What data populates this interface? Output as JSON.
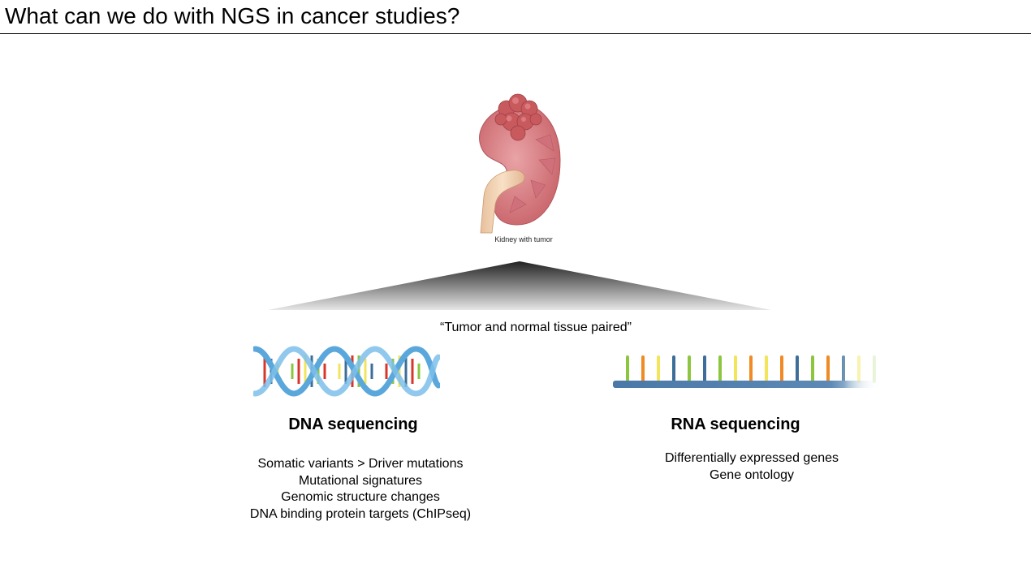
{
  "slide": {
    "title": "What can we do with NGS in cancer studies?"
  },
  "kidney": {
    "caption": "Kidney with tumor"
  },
  "subtitle": "“Tumor and normal tissue paired”",
  "dna": {
    "heading": "DNA sequencing",
    "items": [
      "Somatic variants > Driver mutations",
      "Mutational signatures",
      "Genomic structure changes",
      "DNA binding protein targets (ChIPseq)"
    ]
  },
  "rna": {
    "heading": "RNA sequencing",
    "items": [
      "Differentially expressed genes",
      "Gene ontology"
    ]
  },
  "colors": {
    "kidney_flesh": "#d9868b",
    "tumor": "#c85a5e",
    "ureter": "#f1d2b0",
    "helix_blue": "#5aa7dc",
    "rna_backbone": "#4a78a8",
    "base_green": "#8cc63f",
    "base_orange": "#f08a24",
    "base_yellow": "#f2e55c",
    "base_blue": "#3d6e99",
    "base_red": "#d9362b"
  }
}
